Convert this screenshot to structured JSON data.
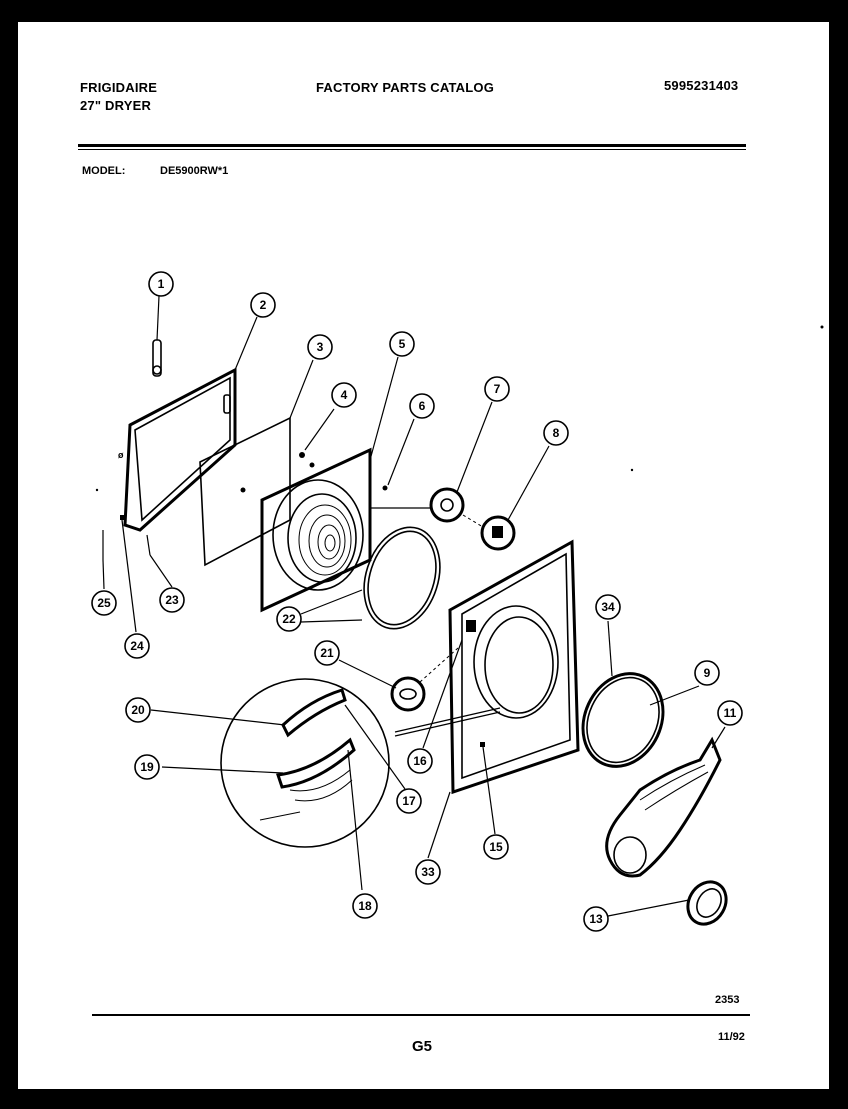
{
  "header": {
    "brand": "FRIGIDAIRE",
    "product": "27\" DRYER",
    "catalog_title": "FACTORY PARTS CATALOG",
    "catalog_number": "5995231403",
    "model_label": "MODEL:",
    "model_value": "DE5900RW*1"
  },
  "footer": {
    "drawing_number": "2353",
    "page_code": "G5",
    "date": "11/92"
  },
  "callouts": [
    "1",
    "2",
    "3",
    "4",
    "5",
    "6",
    "7",
    "8",
    "9",
    "11",
    "13",
    "15",
    "16",
    "17",
    "18",
    "19",
    "20",
    "21",
    "22",
    "23",
    "24",
    "25",
    "33",
    "34"
  ],
  "colors": {
    "ink": "#000000",
    "paper": "#ffffff"
  }
}
